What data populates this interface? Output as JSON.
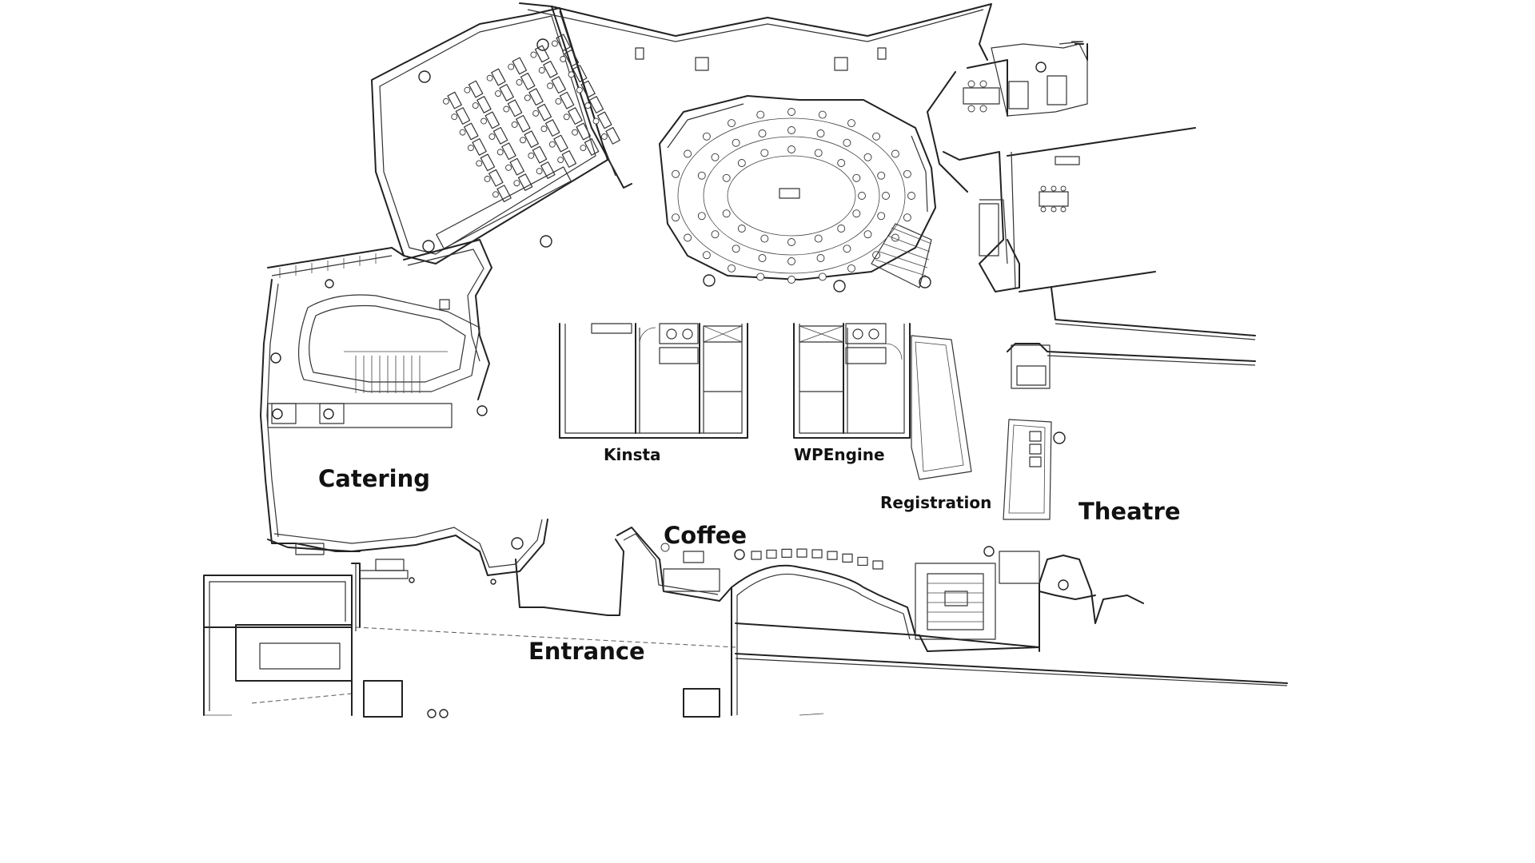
{
  "map": {
    "labels": {
      "catering": "Catering",
      "kinsta": "Kinsta",
      "wpengine": "WPEngine",
      "registration": "Registration",
      "theatre": "Theatre",
      "coffee": "Coffee",
      "entrance": "Entrance"
    }
  }
}
